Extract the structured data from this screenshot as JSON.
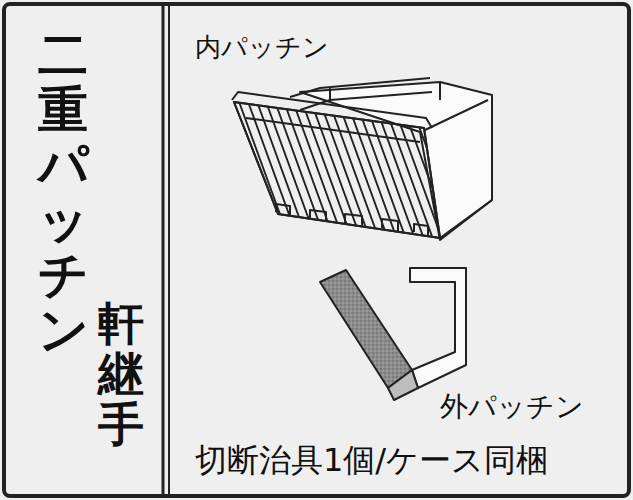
{
  "diagram": {
    "nodes": [
      {
        "text": [
          "二重パッチン",
          "軒継手"
        ]
      }
    ],
    "labels": [
      "内パッチン",
      "外パッチン",
      "切断治具1個/ケース同梱"
    ]
  }
}
